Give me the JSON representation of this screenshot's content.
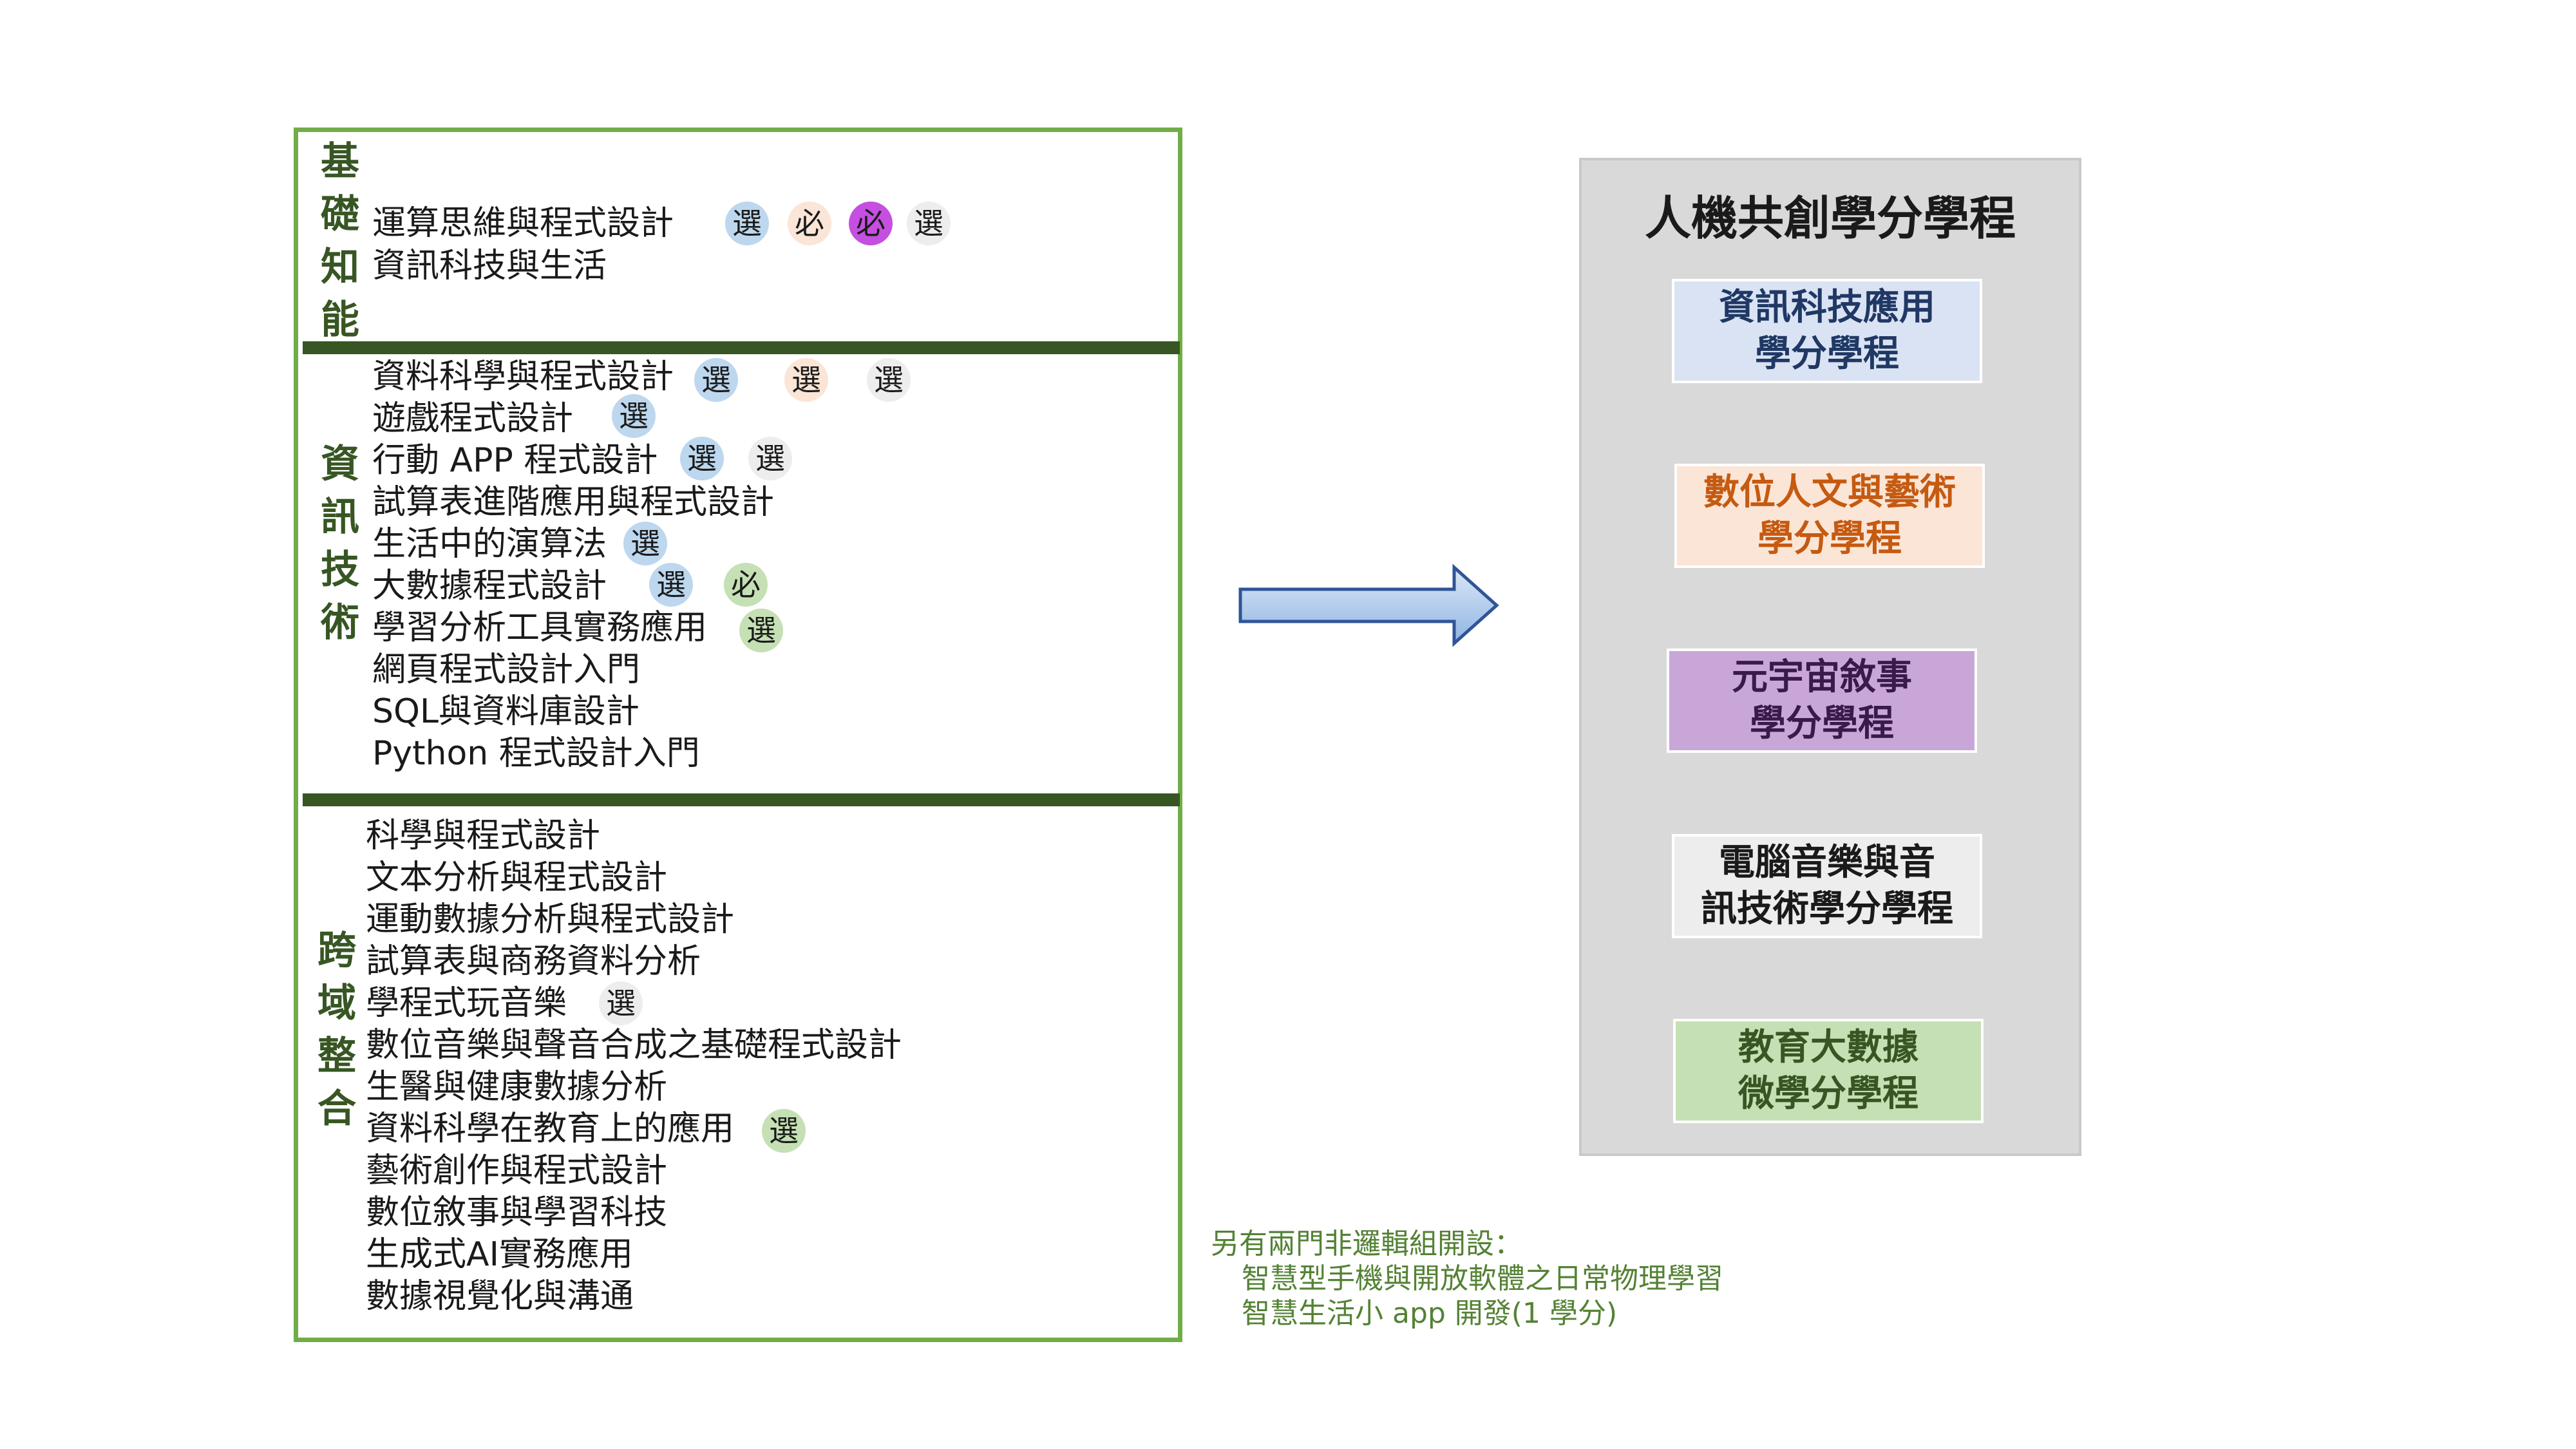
{
  "categories": [
    {
      "name": "基礎知能",
      "chars": [
        "基",
        "礎",
        "知",
        "能"
      ]
    },
    {
      "name": "資訊技術",
      "chars": [
        "資",
        "訊",
        "技",
        "術"
      ]
    },
    {
      "name": "跨域整合",
      "chars": [
        "跨",
        "域",
        "整",
        "合"
      ]
    }
  ],
  "courses": {
    "foundation": [
      "運算思維與程式設計",
      "資訊科技與生活"
    ],
    "it": [
      "資料科學與程式設計",
      "遊戲程式設計",
      "行動 APP 程式設計",
      "試算表進階應用與程式設計",
      "生活中的演算法",
      "大數據程式設計",
      "學習分析工具實務應用",
      "網頁程式設計入門",
      "SQL與資料庫設計",
      "Python 程式設計入門"
    ],
    "cross": [
      "科學與程式設計",
      "文本分析與程式設計",
      "運動數據分析與程式設計",
      "試算表與商務資料分析",
      "學程式玩音樂",
      "數位音樂與聲音合成之基礎程式設計",
      "生醫與健康數據分析",
      "資料科學在教育上的應用",
      "藝術創作與程式設計",
      "數位敘事與學習科技",
      "生成式AI實務應用",
      "數據視覺化與溝通"
    ]
  },
  "badges": {
    "elective": "選",
    "required": "必"
  },
  "program_panel": {
    "title": "人機共創學分學程",
    "programs": [
      {
        "line1": "資訊科技應用",
        "line2": "學分學程",
        "bg": "#dae3f3",
        "color": "#203864"
      },
      {
        "line1": "數位人文與藝術",
        "line2": "學分學程",
        "bg": "#fbe5d6",
        "color": "#c55a11"
      },
      {
        "line1": "元宇宙敘事",
        "line2": "學分學程",
        "bg": "#c9a6d8",
        "color": "#3a1a4a"
      },
      {
        "line1": "電腦音樂與音",
        "line2": "訊技術學分學程",
        "bg": "#ededed",
        "color": "#1a1a1a"
      },
      {
        "line1": "教育大數據",
        "line2": "微學分學程",
        "bg": "#c5e0b4",
        "color": "#375623"
      }
    ]
  },
  "note": {
    "heading": "另有兩門非邏輯組開設：",
    "items": [
      "智慧型手機與開放軟體之日常物理學習",
      "智慧生活小 app 開發(1 學分)"
    ]
  },
  "colors": {
    "box_border": "#70ad47",
    "category_text": "#375623",
    "divider": "#375623",
    "arrow_fill": "#9dc3e6",
    "arrow_stroke": "#2f5597",
    "note_text": "#548235"
  }
}
